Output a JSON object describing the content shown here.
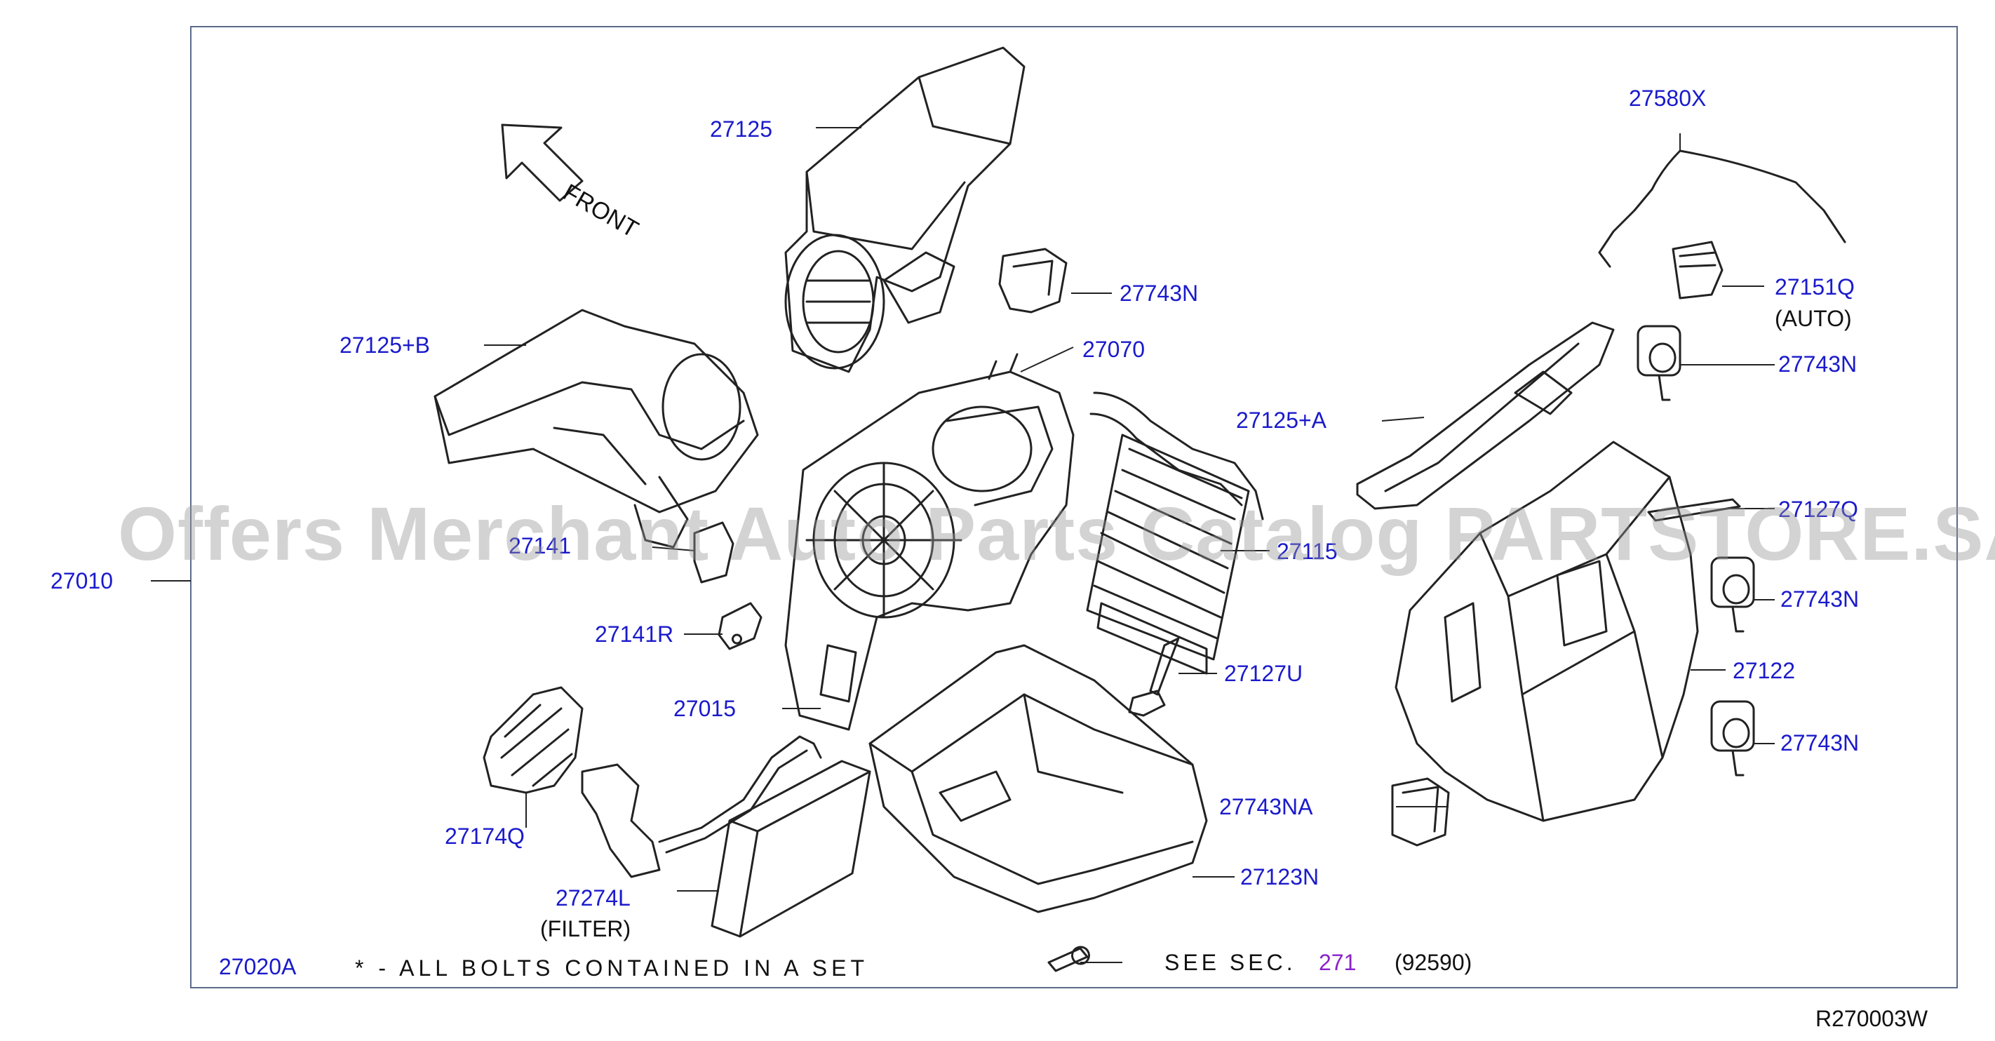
{
  "colors": {
    "part_label": "#1a1acc",
    "section_link": "#8a22c8",
    "frame": "#5a6a8a",
    "line": "#222222"
  },
  "front_label": "FRONT",
  "watermark": "Offers Merchant Auto Parts Catalog PARTSTORE.SA",
  "diagram_code": "R270003W",
  "footer": {
    "note": "* - ALL BOLTS CONTAINED IN A SET",
    "see_sec": "SEE SEC.",
    "section": "271",
    "section_part": "(92590)"
  },
  "parts": {
    "p27010": "27010",
    "p27125": "27125",
    "p27125B": "27125+B",
    "p27743N_top": "27743N",
    "p27070": "27070",
    "p27125A": "27125+A",
    "p27580X": "27580X",
    "p27151Q": "27151Q",
    "auto": "(AUTO)",
    "p27743N_r1": "27743N",
    "p27127Q": "27127Q",
    "p27743N_r2": "27743N",
    "p27122": "27122",
    "p27743N_r3": "27743N",
    "p27141R": "27141R",
    "p27015": "27015",
    "p27127U": "27127U",
    "p27115": "27115",
    "p27743NA": "27743NA",
    "p27123N": "27123N",
    "p27174Q": "27174Q",
    "p27274L": "27274L",
    "filter": "(FILTER)",
    "p27020A": "27020A",
    "p27141": "27141"
  }
}
